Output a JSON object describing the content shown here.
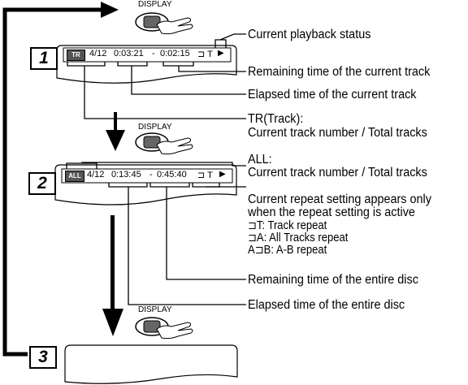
{
  "button_label": "DISPLAY",
  "steps": [
    "1",
    "2",
    "3"
  ],
  "screen1": {
    "badge": "TR",
    "track": "4/12",
    "elapsed": "0:03:21",
    "separator": "-",
    "remaining": "0:02:15",
    "repeat": "⊐ T",
    "play": "▶"
  },
  "screen2": {
    "badge": "ALL",
    "track": "4/12",
    "elapsed": "0:13:45",
    "separator": "-",
    "remaining": "0:45:40",
    "repeat": "⊐ T",
    "play": "▶"
  },
  "callouts": {
    "status": "Current playback status",
    "remain_track": "Remaining time of the current track",
    "elapsed_track": "Elapsed time of the current track",
    "tr_title": "TR(Track):",
    "tr_desc": "Current track number / Total tracks",
    "all_title": "ALL:",
    "all_desc": "Current track number / Total tracks",
    "repeat_line1": "Current repeat setting appears only",
    "repeat_line2": "when the repeat setting is active",
    "repeat_t": "⊐T: Track repeat",
    "repeat_a": "⊐A: All Tracks repeat",
    "repeat_ab": "A⊐B: A-B repeat",
    "remain_disc": "Remaining time of the entire disc",
    "elapsed_disc": "Elapsed time of the entire disc"
  }
}
